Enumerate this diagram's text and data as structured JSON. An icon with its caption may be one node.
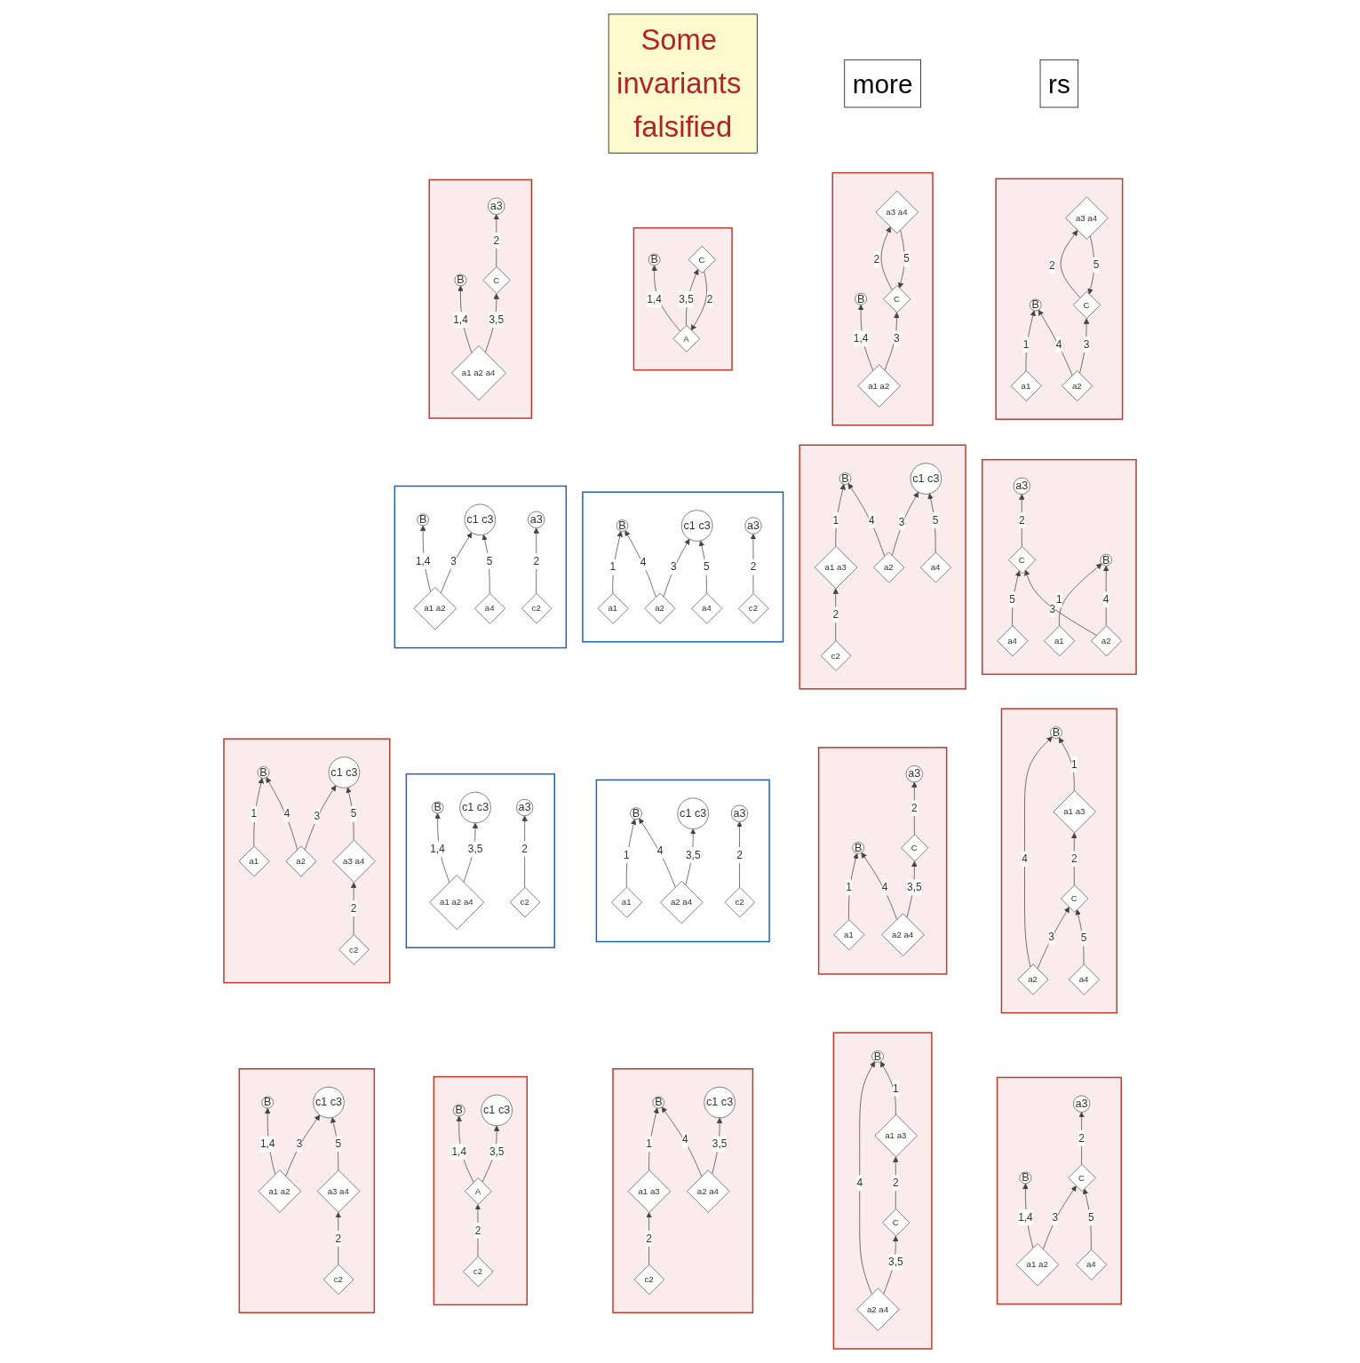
{
  "diagram": {
    "nodes": [
      {
        "text": [
          "rs"
        ]
      },
      {
        "text": [
          "more"
        ]
      },
      {
        "text": [],
        "shape": "box"
      },
      {
        "text": [
          "B"
        ],
        "in": 2
      },
      {
        "text": [
          "C"
        ],
        "in": 2
      },
      {
        "text": [
          "a1"
        ],
        "in": 2
      },
      {
        "text": [
          "a2"
        ],
        "in": 2
      },
      {
        "text": [
          "a3 a4"
        ],
        "in": 2
      },
      {
        "text": [
          "Some invariants falsified"
        ]
      },
      {
        "text": [],
        "shape": "box"
      },
      {
        "text": [
          "C"
        ],
        "in": 9
      },
      {
        "text": [
          "a1"
        ],
        "in": 9
      },
      {
        "text": [
          "B"
        ],
        "in": 9
      },
      {
        "text": [
          "a3"
        ],
        "in": 9
      },
      {
        "text": [
          "a4"
        ],
        "in": 9
      },
      {
        "text": [
          "a2"
        ],
        "in": 9
      },
      {
        "text": [],
        "shape": "box"
      },
      {
        "text": [
          "B"
        ],
        "in": 16
      },
      {
        "text": [
          "a2"
        ],
        "in": 16
      },
      {
        "text": [
          "a4"
        ],
        "in": 16
      },
      {
        "text": [
          "a1 a3"
        ],
        "in": 16
      },
      {
        "text": [
          "C"
        ],
        "in": 16
      },
      {
        "text": [],
        "shape": "box"
      },
      {
        "text": [
          "B"
        ],
        "in": 22
      },
      {
        "text": [
          "C"
        ],
        "in": 22
      },
      {
        "text": [
          "a1 a2"
        ],
        "in": 22
      },
      {
        "text": [
          "a4"
        ],
        "in": 22
      },
      {
        "text": [
          "a3"
        ],
        "in": 22
      },
      {
        "text": [],
        "shape": "box"
      },
      {
        "text": [
          "B"
        ],
        "in": 28
      },
      {
        "text": [
          "C"
        ],
        "in": 28
      },
      {
        "text": [
          "a1 a2"
        ],
        "in": 28
      },
      {
        "text": [
          "a3 a4"
        ],
        "in": 28
      },
      {
        "text": [],
        "shape": "box"
      },
      {
        "text": [
          "c2"
        ],
        "in": 33
      },
      {
        "text": [
          "B"
        ],
        "in": 33
      },
      {
        "text": [
          "c1 c3"
        ],
        "in": 33
      },
      {
        "text": [
          "a1 a3"
        ],
        "in": 33
      },
      {
        "text": [
          "a2"
        ],
        "in": 33
      },
      {
        "text": [
          "a4"
        ],
        "in": 33
      },
      {
        "text": [],
        "shape": "box"
      },
      {
        "text": [
          "B"
        ],
        "in": 40
      },
      {
        "text": [
          "C"
        ],
        "in": 40
      },
      {
        "text": [
          "a1"
        ],
        "in": 40
      },
      {
        "text": [
          "a2 a4"
        ],
        "in": 40
      },
      {
        "text": [
          "a3"
        ],
        "in": 40
      },
      {
        "text": [],
        "shape": "box"
      },
      {
        "text": [
          "B"
        ],
        "in": 46
      },
      {
        "text": [
          "a2 a4"
        ],
        "in": 46
      },
      {
        "text": [
          "a1 a3"
        ],
        "in": 46
      },
      {
        "text": [
          "C"
        ],
        "in": 46
      },
      {
        "text": [],
        "shape": "box"
      },
      {
        "text": [
          "B"
        ],
        "in": 51
      },
      {
        "text": [
          "C"
        ],
        "in": 51
      },
      {
        "text": [
          "A"
        ],
        "in": 51
      },
      {
        "text": [],
        "shape": "box"
      },
      {
        "text": [
          "B"
        ],
        "in": 55
      },
      {
        "text": [
          "c1 c3"
        ],
        "in": 55
      },
      {
        "text": [
          "a3"
        ],
        "in": 55
      },
      {
        "text": [
          "a1"
        ],
        "in": 55
      },
      {
        "text": [
          "a2"
        ],
        "in": 55
      },
      {
        "text": [
          "a4"
        ],
        "in": 55
      },
      {
        "text": [
          "c2"
        ],
        "in": 55
      },
      {
        "text": [],
        "shape": "box"
      },
      {
        "text": [
          "B"
        ],
        "in": 63
      },
      {
        "text": [
          "c1 c3"
        ],
        "in": 63
      },
      {
        "text": [
          "a3"
        ],
        "in": 63
      },
      {
        "text": [
          "a1"
        ],
        "in": 63
      },
      {
        "text": [
          "a2 a4"
        ],
        "in": 63
      },
      {
        "text": [
          "c2"
        ],
        "in": 63
      },
      {
        "text": [],
        "shape": "box"
      },
      {
        "text": [
          "c2"
        ],
        "in": 70
      },
      {
        "text": [
          "B"
        ],
        "in": 70
      },
      {
        "text": [
          "c1 c3"
        ],
        "in": 70
      },
      {
        "text": [
          "a1 a3"
        ],
        "in": 70
      },
      {
        "text": [
          "a2 a4"
        ],
        "in": 70
      },
      {
        "text": [],
        "shape": "box"
      },
      {
        "text": [
          "B"
        ],
        "in": 76
      },
      {
        "text": [
          "a3"
        ],
        "in": 76
      },
      {
        "text": [
          "a1 a2 a4"
        ],
        "in": 76
      },
      {
        "text": [
          "C"
        ],
        "in": 76
      },
      {
        "text": [],
        "shape": "box"
      },
      {
        "text": [
          "B"
        ],
        "in": 81
      },
      {
        "text": [
          "c1 c3"
        ],
        "in": 81
      },
      {
        "text": [
          "a3"
        ],
        "in": 81
      },
      {
        "text": [
          "a1 a2"
        ],
        "in": 81
      },
      {
        "text": [
          "a4"
        ],
        "in": 81
      },
      {
        "text": [
          "c2"
        ],
        "in": 81
      },
      {
        "text": [],
        "shape": "box"
      },
      {
        "text": [
          "B"
        ],
        "in": 88
      },
      {
        "text": [
          "c1 c3"
        ],
        "in": 88
      },
      {
        "text": [
          "a3"
        ],
        "in": 88
      },
      {
        "text": [
          "a1 a2 a4"
        ],
        "in": 88
      },
      {
        "text": [
          "c2"
        ],
        "in": 88
      },
      {
        "text": [],
        "shape": "box"
      },
      {
        "text": [
          "B"
        ],
        "in": 94
      },
      {
        "text": [
          "c1 c3"
        ],
        "in": 94
      },
      {
        "text": [
          "A"
        ],
        "in": 94
      },
      {
        "text": [
          "c2"
        ],
        "in": 94
      },
      {
        "text": [],
        "shape": "box"
      },
      {
        "text": [
          "B"
        ],
        "in": 99
      },
      {
        "text": [
          "c1 c3"
        ],
        "in": 99
      },
      {
        "text": [
          "c2"
        ],
        "in": 99
      },
      {
        "text": [
          "a1"
        ],
        "in": 99
      },
      {
        "text": [
          "a2"
        ],
        "in": 99
      },
      {
        "text": [
          "a3 a4"
        ],
        "in": 99
      },
      {
        "text": [],
        "shape": "box"
      },
      {
        "text": [
          "B"
        ],
        "in": 106
      },
      {
        "text": [
          "c1 c3"
        ],
        "in": 106
      },
      {
        "text": [
          "c2"
        ],
        "in": 106
      },
      {
        "text": [
          "a1 a2"
        ],
        "in": 106
      },
      {
        "text": [
          "a3 a4"
        ],
        "in": 106
      }
    ],
    "edges": [
      {
        "from": 5,
        "to": 3,
        "arrow": "to",
        "label": "1"
      },
      {
        "from": 6,
        "to": 3,
        "arrow": "to",
        "label": "4"
      },
      {
        "from": 6,
        "to": 4,
        "arrow": "to",
        "label": "3"
      },
      {
        "from": 7,
        "to": 4,
        "arrow": "to",
        "label": "5"
      },
      {
        "from": 4,
        "to": 7,
        "arrow": "to",
        "label": "2"
      },
      {
        "from": 11,
        "to": 12,
        "arrow": "to",
        "label": "1"
      },
      {
        "from": 10,
        "to": 13,
        "arrow": "to",
        "label": "2"
      },
      {
        "from": 14,
        "to": 10,
        "arrow": "to",
        "label": "5"
      },
      {
        "from": 15,
        "to": 10,
        "arrow": "to",
        "label": "3"
      },
      {
        "from": 15,
        "to": 12,
        "arrow": "to",
        "label": "4"
      },
      {
        "from": 18,
        "to": 17,
        "arrow": "to",
        "label": "4"
      },
      {
        "from": 18,
        "to": 21,
        "arrow": "to",
        "label": "3"
      },
      {
        "from": 19,
        "to": 21,
        "arrow": "to",
        "label": "5"
      },
      {
        "from": 21,
        "to": 20,
        "arrow": "to",
        "label": "2"
      },
      {
        "from": 20,
        "to": 17,
        "arrow": "to",
        "label": "1"
      },
      {
        "from": 25,
        "to": 23,
        "arrow": "to",
        "label": "1,4"
      },
      {
        "from": 25,
        "to": 24,
        "arrow": "to",
        "label": "3"
      },
      {
        "from": 26,
        "to": 24,
        "arrow": "to",
        "label": "5"
      },
      {
        "from": 24,
        "to": 27,
        "arrow": "to",
        "label": "2"
      },
      {
        "from": 31,
        "to": 29,
        "arrow": "to",
        "label": "1,4"
      },
      {
        "from": 31,
        "to": 30,
        "arrow": "to",
        "label": "3"
      },
      {
        "from": 32,
        "to": 30,
        "arrow": "to",
        "label": "5"
      },
      {
        "from": 30,
        "to": 32,
        "arrow": "to",
        "label": "2"
      },
      {
        "from": 34,
        "to": 37,
        "arrow": "to",
        "label": "2"
      },
      {
        "from": 37,
        "to": 35,
        "arrow": "to",
        "label": "1"
      },
      {
        "from": 38,
        "to": 35,
        "arrow": "to",
        "label": "4"
      },
      {
        "from": 38,
        "to": 36,
        "arrow": "to",
        "label": "3"
      },
      {
        "from": 39,
        "to": 36,
        "arrow": "to",
        "label": "5"
      },
      {
        "from": 43,
        "to": 41,
        "arrow": "to",
        "label": "1"
      },
      {
        "from": 44,
        "to": 41,
        "arrow": "to",
        "label": "4"
      },
      {
        "from": 44,
        "to": 42,
        "arrow": "to",
        "label": "3,5"
      },
      {
        "from": 42,
        "to": 45,
        "arrow": "to",
        "label": "2"
      },
      {
        "from": 48,
        "to": 47,
        "arrow": "to",
        "label": "4"
      },
      {
        "from": 48,
        "to": 50,
        "arrow": "to",
        "label": "3,5"
      },
      {
        "from": 50,
        "to": 49,
        "arrow": "to",
        "label": "2"
      },
      {
        "from": 49,
        "to": 47,
        "arrow": "to",
        "label": "1"
      },
      {
        "from": 54,
        "to": 52,
        "arrow": "to",
        "label": "1,4"
      },
      {
        "from": 53,
        "to": 54,
        "arrow": "to",
        "label": "2"
      },
      {
        "from": 54,
        "to": 53,
        "arrow": "to",
        "label": "3,5"
      },
      {
        "from": 59,
        "to": 56,
        "arrow": "to",
        "label": "1"
      },
      {
        "from": 60,
        "to": 56,
        "arrow": "to",
        "label": "4"
      },
      {
        "from": 60,
        "to": 57,
        "arrow": "to",
        "label": "3"
      },
      {
        "from": 61,
        "to": 57,
        "arrow": "to",
        "label": "5"
      },
      {
        "from": 62,
        "to": 58,
        "arrow": "to",
        "label": "2"
      },
      {
        "from": 67,
        "to": 64,
        "arrow": "to",
        "label": "1"
      },
      {
        "from": 68,
        "to": 64,
        "arrow": "to",
        "label": "4"
      },
      {
        "from": 68,
        "to": 65,
        "arrow": "to",
        "label": "3,5"
      },
      {
        "from": 69,
        "to": 66,
        "arrow": "to",
        "label": "2"
      },
      {
        "from": 71,
        "to": 74,
        "arrow": "to",
        "label": "2"
      },
      {
        "from": 74,
        "to": 72,
        "arrow": "to",
        "label": "1"
      },
      {
        "from": 75,
        "to": 72,
        "arrow": "to",
        "label": "4"
      },
      {
        "from": 75,
        "to": 73,
        "arrow": "to",
        "label": "3,5"
      },
      {
        "from": 79,
        "to": 77,
        "arrow": "to",
        "label": "1,4"
      },
      {
        "from": 79,
        "to": 80,
        "arrow": "to",
        "label": "3,5"
      },
      {
        "from": 80,
        "to": 78,
        "arrow": "to",
        "label": "2"
      },
      {
        "from": 85,
        "to": 82,
        "arrow": "to",
        "label": "1,4"
      },
      {
        "from": 85,
        "to": 83,
        "arrow": "to",
        "label": "3"
      },
      {
        "from": 86,
        "to": 83,
        "arrow": "to",
        "label": "5"
      },
      {
        "from": 87,
        "to": 84,
        "arrow": "to",
        "label": "2"
      },
      {
        "from": 92,
        "to": 89,
        "arrow": "to",
        "label": "1,4"
      },
      {
        "from": 92,
        "to": 90,
        "arrow": "to",
        "label": "3,5"
      },
      {
        "from": 93,
        "to": 91,
        "arrow": "to",
        "label": "2"
      },
      {
        "from": 97,
        "to": 95,
        "arrow": "to",
        "label": "1,4"
      },
      {
        "from": 97,
        "to": 96,
        "arrow": "to",
        "label": "3,5"
      },
      {
        "from": 98,
        "to": 97,
        "arrow": "to",
        "label": "2"
      },
      {
        "from": 103,
        "to": 100,
        "arrow": "to",
        "label": "1"
      },
      {
        "from": 104,
        "to": 100,
        "arrow": "to",
        "label": "4"
      },
      {
        "from": 104,
        "to": 101,
        "arrow": "to",
        "label": "3"
      },
      {
        "from": 105,
        "to": 101,
        "arrow": "to",
        "label": "5"
      },
      {
        "from": 102,
        "to": 105,
        "arrow": "to",
        "label": "2"
      },
      {
        "from": 110,
        "to": 107,
        "arrow": "to",
        "label": "1,4"
      },
      {
        "from": 110,
        "to": 108,
        "arrow": "to",
        "label": "3"
      },
      {
        "from": 111,
        "to": 108,
        "arrow": "to",
        "label": "5"
      },
      {
        "from": 109,
        "to": 111,
        "arrow": "to",
        "label": "2"
      }
    ]
  }
}
